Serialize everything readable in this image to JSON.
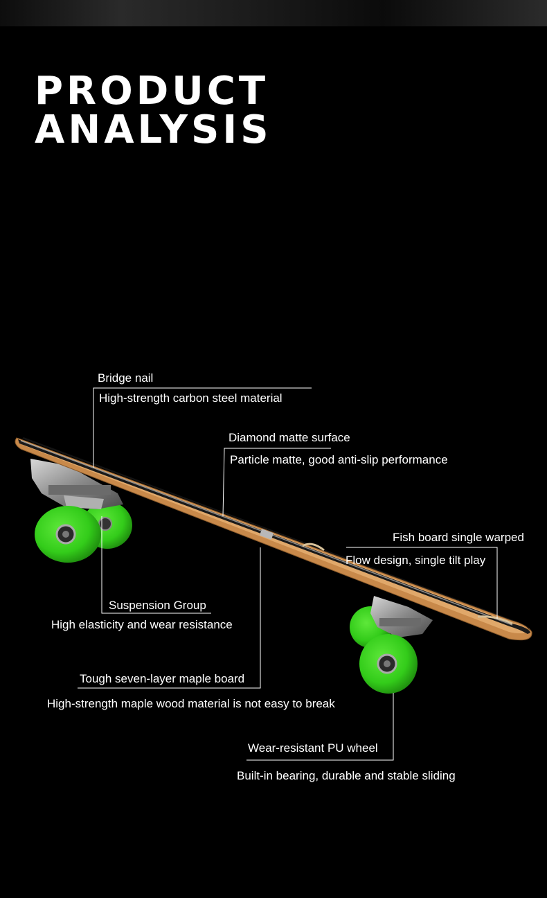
{
  "header": {
    "title_line1": "PRODUCT",
    "title_line2": "ANALYSIS"
  },
  "features": [
    {
      "name": "Bridge nail",
      "desc": "High-strength carbon steel material"
    },
    {
      "name": "Diamond matte surface",
      "desc": "Particle matte, good anti-slip performance"
    },
    {
      "name": "Fish board single warped",
      "desc": "Flow design, single tilt play"
    },
    {
      "name": "Suspension Group",
      "desc": "High elasticity and wear resistance"
    },
    {
      "name": "Tough seven-layer maple board",
      "desc": "High-strength maple wood material is not easy to break"
    },
    {
      "name": "Wear-resistant PU wheel",
      "desc": "Built-in bearing, durable and stable sliding"
    }
  ],
  "colors": {
    "background": "#000000",
    "wheel": "#33cc1a",
    "deck_wood": "#c8894a",
    "grip_tape": "#141414",
    "truck_metal": "#9a9a9a"
  }
}
